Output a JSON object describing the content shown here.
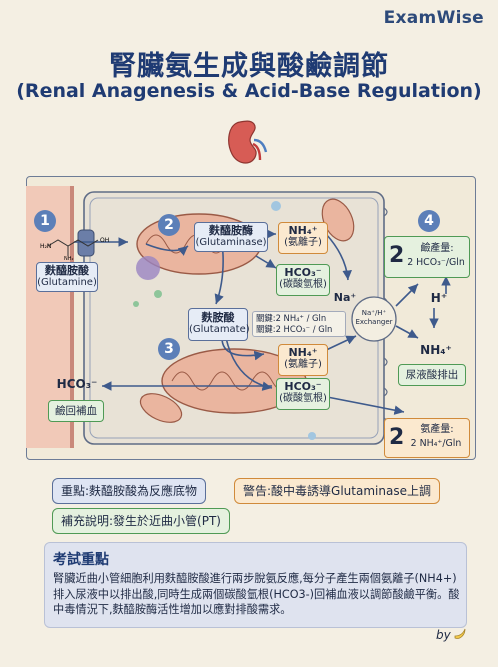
{
  "brand": "ExamWise",
  "title": {
    "zh": "腎臟氨生成與酸鹼調節",
    "en": "(Renal Anagenesis & Acid-Base Regulation)"
  },
  "steps": {
    "s1": "1",
    "s2": "2",
    "s3": "3",
    "s4": "4"
  },
  "glutamine": {
    "name_zh": "麩醯胺酸",
    "name_en": "(Glutamine)"
  },
  "glutaminase": {
    "name_zh": "麩醯胺酶",
    "name_en": "(Glutaminase)"
  },
  "glutamate": {
    "name_zh": "麩胺酸",
    "name_en": "(Glutamate)"
  },
  "nh4_top": {
    "formula": "NH₄⁺",
    "zh": "(氨離子)"
  },
  "hco3_top": {
    "formula": "HCO₃⁻",
    "zh": "(碳酸氫根)"
  },
  "nh4_mid": {
    "formula": "NH₄⁺",
    "zh": "(氨離子)"
  },
  "hco3_mid": {
    "formula": "HCO₃⁻",
    "zh": "(碳酸氫根)"
  },
  "yield_note": {
    "line1": "關鍵:2 NH₄⁺ / Gln",
    "line2": "關鍵:2 HCO₃⁻ / Gln"
  },
  "na_plus": "Na⁺",
  "exchanger": {
    "line1": "Na⁺/H⁺",
    "line2": "Exchanger"
  },
  "h_plus": "H⁺",
  "nh4_lumen": "NH₄⁺",
  "base_yield": {
    "num": "2",
    "label": "鹼產量:",
    "value": "2 HCO₃⁻/Gln"
  },
  "ammonia_yield": {
    "num": "2",
    "label": "氨產量:",
    "value": "2 NH₄⁺/Gln"
  },
  "urine_excretion": "尿液酸排出",
  "hco3_left": "HCO₃⁻",
  "blood_return": "鹼回補血",
  "callouts": {
    "key_point": "重點:麩醯胺酸為反應底物",
    "warning": "警告:酸中毒誘導Glutaminase上調",
    "note": "補充說明:發生於近曲小管(PT)"
  },
  "summary": {
    "heading": "考試重點",
    "text": "腎臟近曲小管細胞利用麩醯胺酸進行兩步脫氨反應,每分子產生兩個氨離子(NH4+)排入尿液中以排出酸,同時生成兩個碳酸氫根(HCO3-)回補血液以調節酸鹼平衡。酸中毒情況下,麩醯胺酶活性增加以應對排酸需求。"
  },
  "signature": "by"
}
